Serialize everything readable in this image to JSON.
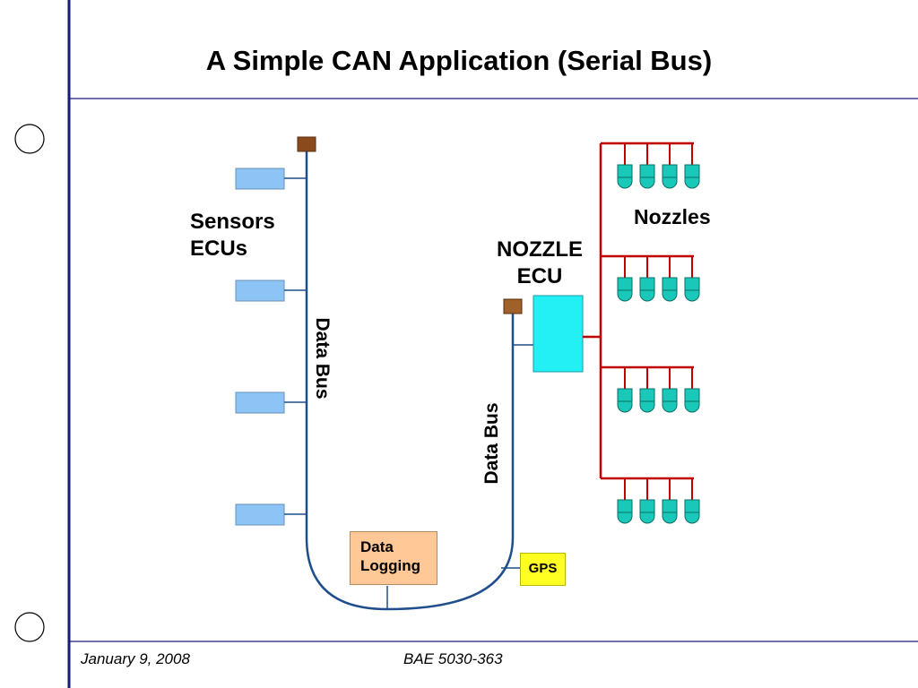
{
  "slide": {
    "title": "A Simple CAN Application (Serial Bus)",
    "footer_date": "January 9, 2008",
    "footer_course": "BAE 5030-363"
  },
  "diagram": {
    "sensors_label_line1": "Sensors",
    "sensors_label_line2": "ECUs",
    "data_bus_left": "Data Bus",
    "data_bus_right": "Data Bus",
    "nozzle_ecu_line1": "NOZZLE",
    "nozzle_ecu_line2": "ECU",
    "nozzles_label": "Nozzles",
    "data_logging_line1": "Data",
    "data_logging_line2": "Logging",
    "gps_label": "GPS"
  },
  "colors": {
    "frame_line": "#1a1a7a",
    "bus_wire": "#1f4e8c",
    "sensor_box": "#8cc4f5",
    "terminator": "#8b4a1c",
    "nozzle_ecu_box": "#22f0f5",
    "nozzle_pipe": "#c00000",
    "nozzle": "#19c8b8",
    "data_logging_box": "#ffc896",
    "gps_box": "#ffff22"
  }
}
